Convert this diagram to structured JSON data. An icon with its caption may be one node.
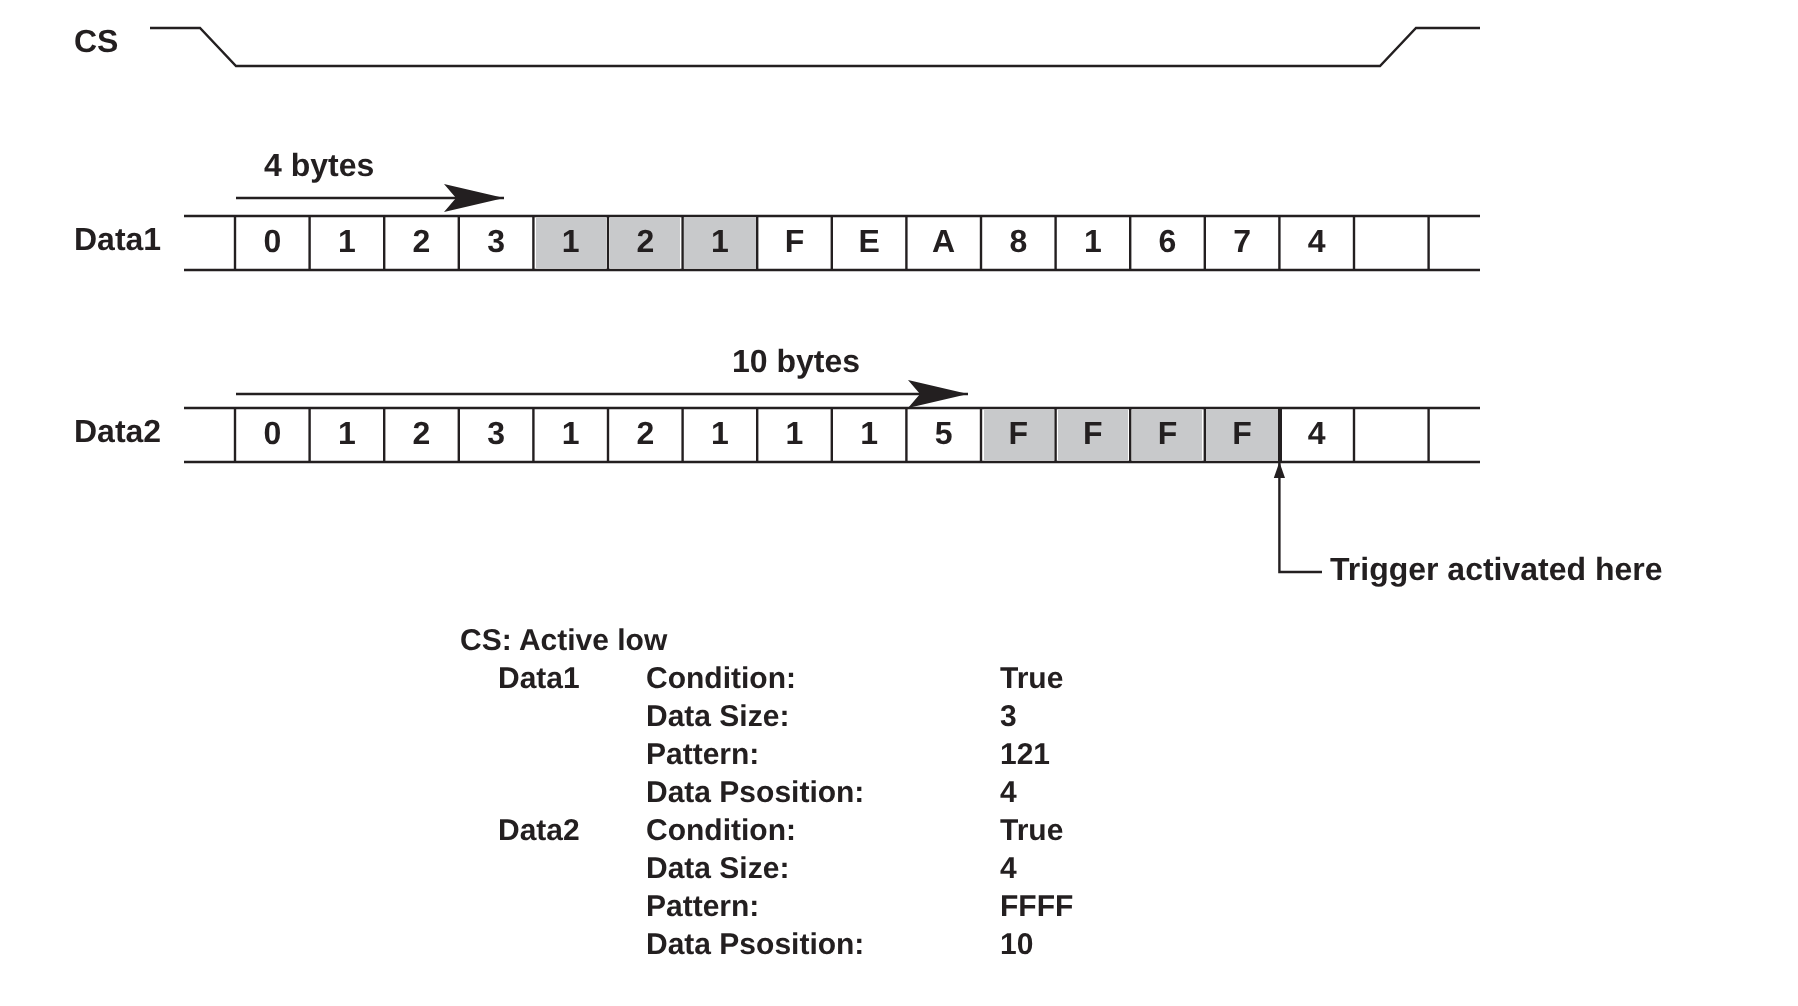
{
  "diagram": {
    "nodes": [
      {
        "text": [
          "Trigger activated here"
        ]
      },
      {
        "text": [],
        "shape": "bar"
      }
    ],
    "edges": [
      {
        "from": 0,
        "to": 1,
        "arrow": "to"
      }
    ],
    "labels": [
      "CS",
      "4 bytes",
      "Data1",
      "0",
      "1",
      "2",
      "3",
      "1",
      "2",
      "1",
      "F",
      "E",
      "A",
      "8",
      "1",
      "6",
      "7",
      "4",
      "10 bytes",
      "Data2",
      "0",
      "1",
      "2",
      "3",
      "1",
      "2",
      "1",
      "1",
      "1",
      "5",
      "F",
      "F",
      "F",
      "F",
      "4",
      "CS: Active low",
      "Data1",
      "Condition:",
      "True",
      "Data Size:",
      "3",
      "Pattern:",
      "121",
      "Data Psosition:",
      "4",
      "Data2",
      "Condition:",
      "True",
      "Data Size:",
      "4",
      "Pattern:",
      "FFFF",
      "Data Psosition:",
      "10"
    ]
  }
}
